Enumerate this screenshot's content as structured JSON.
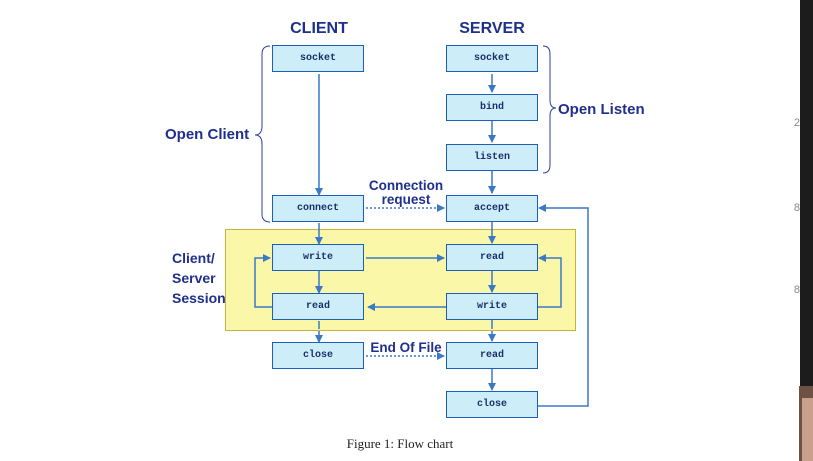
{
  "diagram": {
    "columns": {
      "client": "CLIENT",
      "server": "SERVER"
    },
    "nodes": {
      "client_socket": "socket",
      "client_connect": "connect",
      "client_write": "write",
      "client_read": "read",
      "client_close": "close",
      "server_socket": "socket",
      "server_bind": "bind",
      "server_listen": "listen",
      "server_accept": "accept",
      "server_read": "read",
      "server_write": "write",
      "server_read2": "read",
      "server_close": "close"
    },
    "labels": {
      "open_client": "Open Client",
      "open_listen": "Open Listen",
      "session_line1": "Client/",
      "session_line2": "Server",
      "session_line3": "Session",
      "connection_line1": "Connection",
      "connection_line2": "request",
      "eof": "End Of File"
    },
    "colors": {
      "node_fill": "#cdeef8",
      "node_border": "#1e5eb8",
      "arrow": "#3a78c8",
      "title": "#1f2f8c",
      "session_fill": "#fbf7a9"
    }
  },
  "caption": "Figure 1: Flow chart",
  "edge_marks": [
    "2",
    "8",
    "8"
  ]
}
